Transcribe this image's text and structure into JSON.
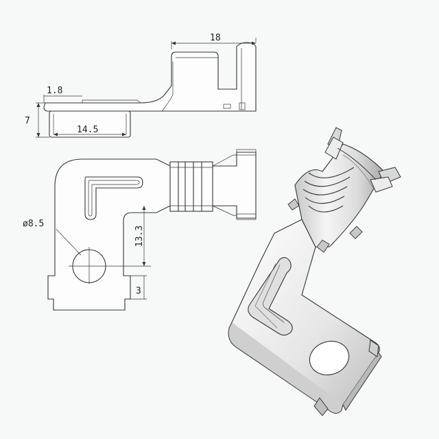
{
  "dimensions": {
    "overall_length": "18",
    "thickness": "1.8",
    "height": "7",
    "tab_width": "14.5",
    "hole_diameter": "ø8.5",
    "hole_offset": "13.3",
    "lug_height": "3"
  },
  "colors": {
    "background": "#f7f8f8",
    "line": "#333333",
    "metal_light": "#f4f4f4",
    "metal_mid": "#d4d4d4",
    "metal_dark": "#9a9a9a"
  }
}
